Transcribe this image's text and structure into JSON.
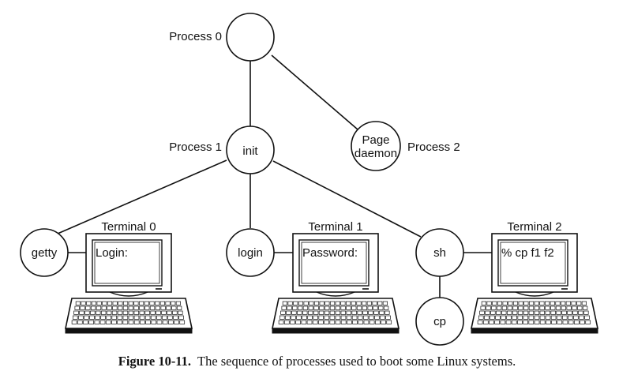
{
  "processes": {
    "process0_label": "Process 0",
    "process1_label": "Process 1",
    "process2_label": "Process 2",
    "init": "init",
    "page_daemon_line1": "Page",
    "page_daemon_line2": "daemon",
    "getty": "getty",
    "login": "login",
    "sh": "sh",
    "cp": "cp"
  },
  "terminals": [
    {
      "label": "Terminal 0",
      "screen_text": "Login:"
    },
    {
      "label": "Terminal 1",
      "screen_text": "Password:"
    },
    {
      "label": "Terminal 2",
      "screen_text": "% cp f1 f2"
    }
  ],
  "caption": {
    "figure": "Figure 10-11.",
    "text": "The sequence of processes used to boot some Linux systems."
  }
}
